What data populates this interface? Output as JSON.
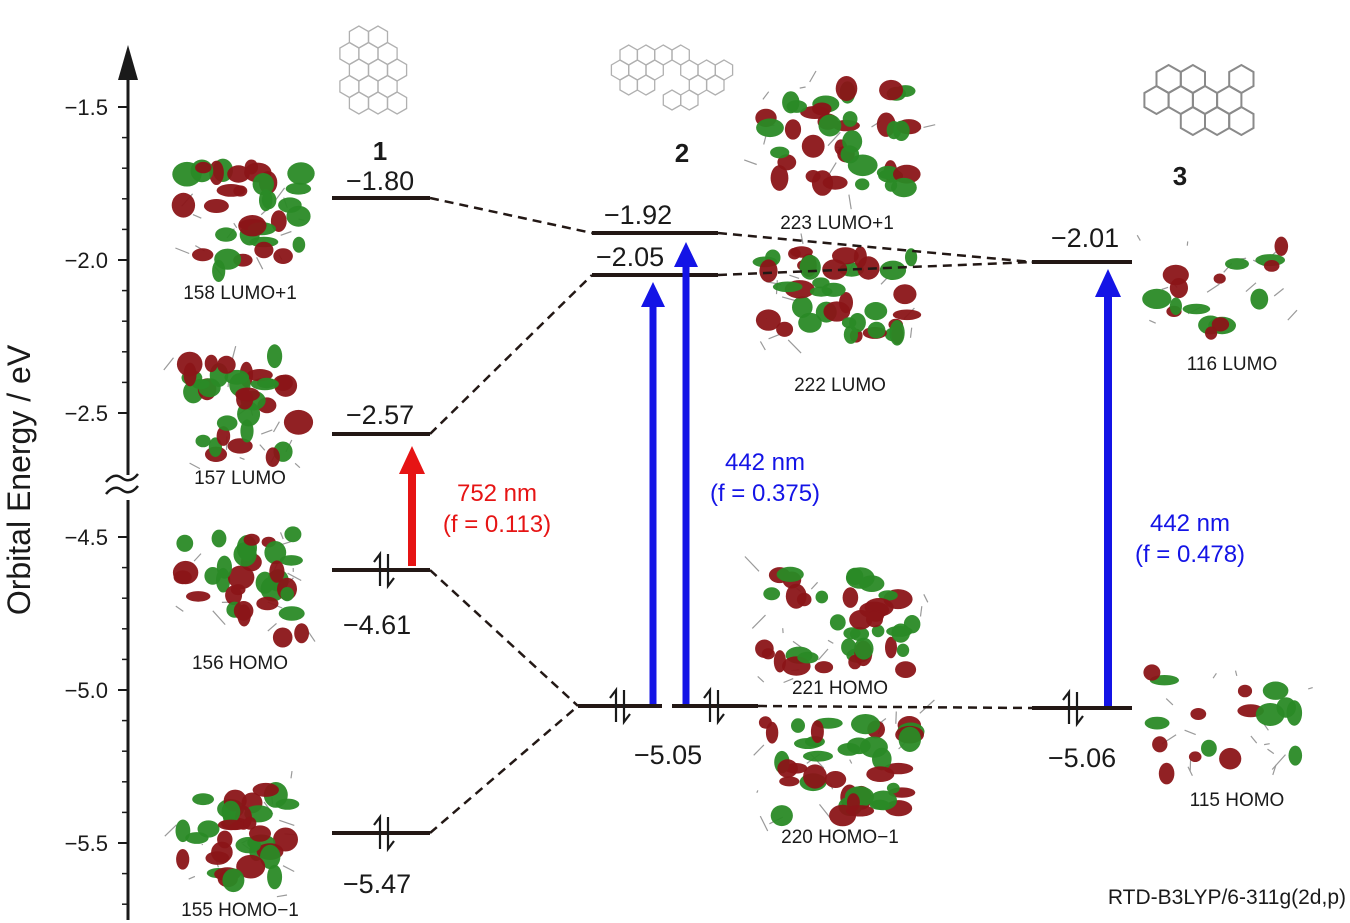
{
  "axis": {
    "title": "Orbital Energy / eV",
    "upper_ticks": [
      "−1.5",
      "−2.0",
      "−2.5"
    ],
    "lower_ticks": [
      "−4.5",
      "−5.0",
      "−5.5"
    ]
  },
  "compounds": {
    "c1": "1",
    "c2": "2",
    "c3": "3"
  },
  "levels": {
    "c1_lumo1": "−1.80",
    "c1_lumo": "−2.57",
    "c1_homo": "−4.61",
    "c1_homo1": "−5.47",
    "c2_lumo1": "−1.92",
    "c2_lumo": "−2.05",
    "c2_homo": "−5.05",
    "c3_lumo": "−2.01",
    "c3_homo": "−5.06"
  },
  "orbital_labels": {
    "c1_158": "158 LUMO+1",
    "c1_157": "157 LUMO",
    "c1_156": "156 HOMO",
    "c1_155": "155 HOMO−1",
    "c2_223": "223 LUMO+1",
    "c2_222": "222 LUMO",
    "c2_221": "221 HOMO",
    "c2_220": "220 HOMO−1",
    "c3_116": "116 LUMO",
    "c3_115": "115 HOMO"
  },
  "transitions": {
    "t1_nm": "752 nm",
    "t1_f": "(f = 0.113)",
    "t2_nm": "442 nm",
    "t2_f": "(f = 0.375)",
    "t3_nm": "442 nm",
    "t3_f": "(f = 0.478)"
  },
  "method": "RTD-B3LYP/6-311g(2d,p)",
  "colors": {
    "level_line": "#231815",
    "red_arrow": "#e61414",
    "blue_arrow": "#1414e6",
    "lobe_red": "#8b1518",
    "lobe_green": "#2a8a26"
  }
}
